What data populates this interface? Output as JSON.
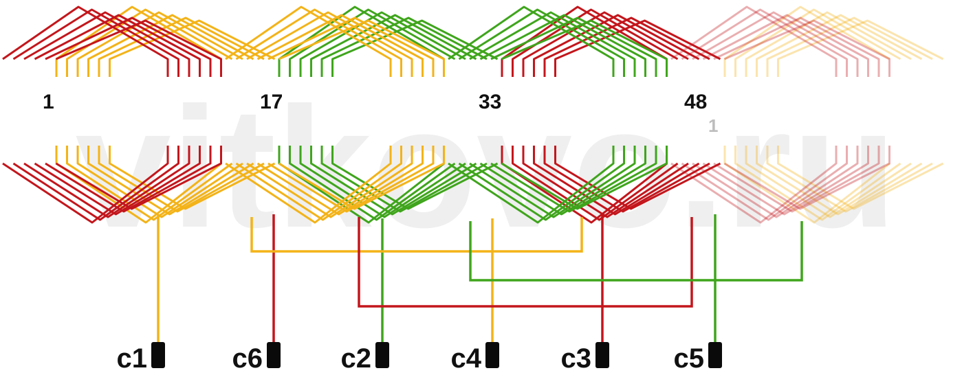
{
  "watermark": "vitkovo.ru",
  "colors": {
    "yellow": "#f3b318",
    "red": "#c3161c",
    "green": "#3fa51c"
  },
  "slot_labels": [
    "1",
    "17",
    "33",
    "48"
  ],
  "wrap_label": "1",
  "groups": [
    {
      "color": "yellow"
    },
    {
      "color": "red"
    },
    {
      "color": "green"
    },
    {
      "color": "yellow"
    },
    {
      "color": "red"
    },
    {
      "color": "green"
    },
    {
      "color": "yellow",
      "faded": true
    },
    {
      "color": "red",
      "faded": true
    }
  ],
  "terminals": [
    {
      "label": "c1",
      "color": "yellow"
    },
    {
      "label": "c6",
      "color": "red"
    },
    {
      "label": "c2",
      "color": "green"
    },
    {
      "label": "c4",
      "color": "yellow"
    },
    {
      "label": "c3",
      "color": "red"
    },
    {
      "label": "c5",
      "color": "green"
    }
  ]
}
